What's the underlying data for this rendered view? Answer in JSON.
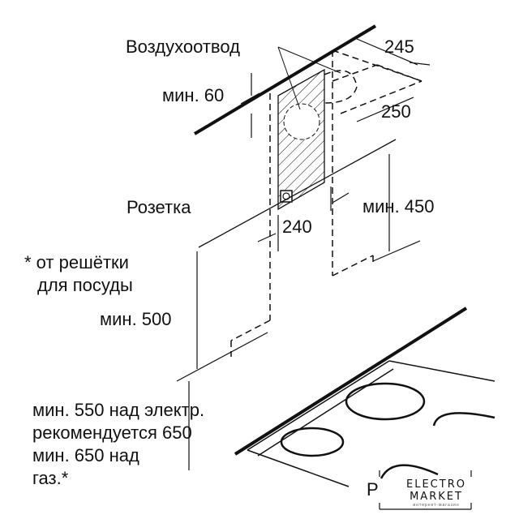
{
  "labels": {
    "air_duct": "Воздухоотвод",
    "min60": "мин. 60",
    "dim245": "245",
    "dim250": "250",
    "socket": "Розетка",
    "dim240": "240",
    "min450": "мин. 450",
    "grate_note_1": "* от решётки",
    "grate_note_2": "для посуды",
    "min500": "мин. 500",
    "bottom_1": "мин. 550 над электр.",
    "bottom_2": "рекомендуется 650",
    "bottom_3": "мин. 650 над",
    "bottom_4": "газ.*",
    "page_letter": "P"
  },
  "logo": {
    "main": "ELECTRO MARKET",
    "sub": "интернет-магазин"
  }
}
